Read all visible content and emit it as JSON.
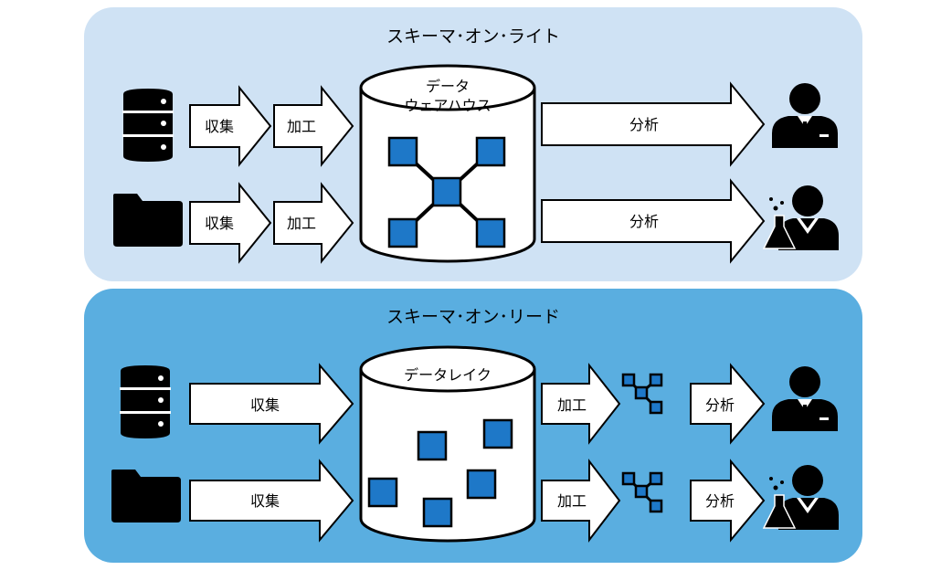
{
  "colors": {
    "top_panel": "#cfe2f4",
    "bottom_panel": "#5aaee0",
    "node_fill": "#1e78c8",
    "ink": "#000000",
    "arrow_fill": "#ffffff"
  },
  "schema_on_write": {
    "title": "スキーマ･オン･ライト",
    "warehouse_label_line1": "データ",
    "warehouse_label_line2": "ウェアハウス",
    "rows": [
      {
        "source_icon": "database-icon",
        "collect_label": "収集",
        "process_label": "加工",
        "analyze_label": "分析",
        "user_icon": "business-analyst-icon"
      },
      {
        "source_icon": "folder-icon",
        "collect_label": "収集",
        "process_label": "加工",
        "analyze_label": "分析",
        "user_icon": "data-scientist-icon"
      }
    ]
  },
  "schema_on_read": {
    "title": "スキーマ･オン･リード",
    "lake_label": "データレイク",
    "rows": [
      {
        "source_icon": "database-icon",
        "collect_label": "収集",
        "process_label": "加工",
        "analyze_label": "分析",
        "structure_icon": "structured-data-icon",
        "user_icon": "business-analyst-icon"
      },
      {
        "source_icon": "folder-icon",
        "collect_label": "収集",
        "process_label": "加工",
        "analyze_label": "分析",
        "structure_icon": "structured-data-icon",
        "user_icon": "data-scientist-icon"
      }
    ]
  }
}
